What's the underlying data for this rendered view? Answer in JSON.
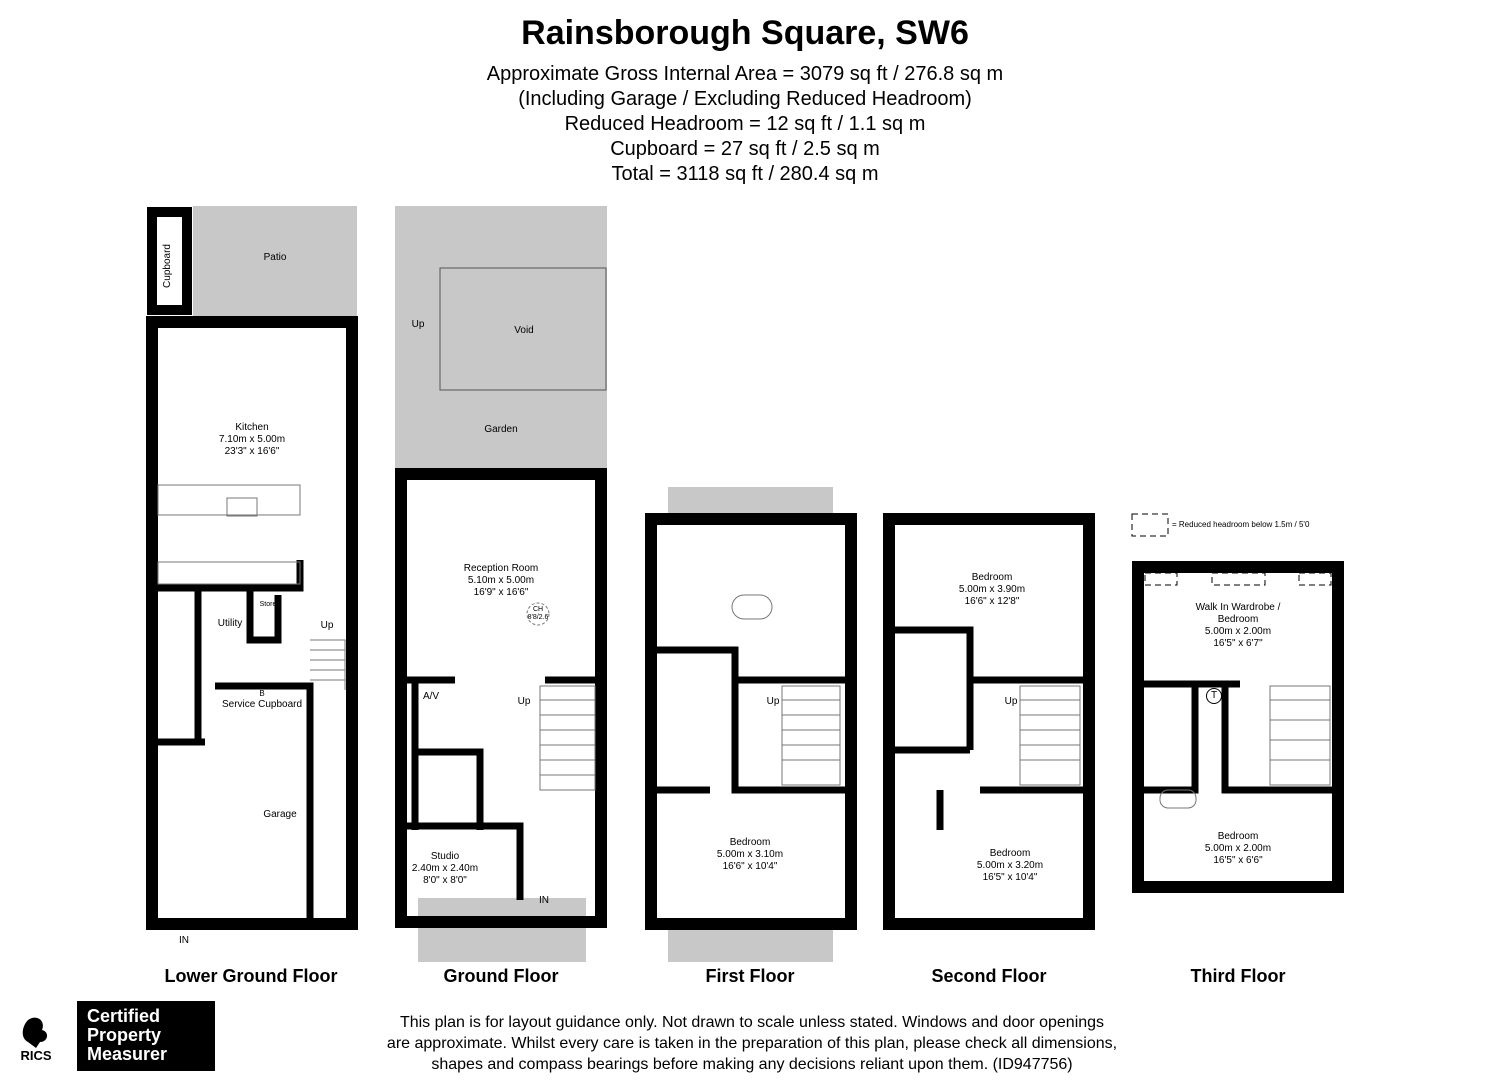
{
  "header": {
    "title": "Rainsborough Square, SW6",
    "area_lines": [
      "Approximate Gross Internal Area = 3079 sq ft / 276.8 sq m",
      "(Including Garage / Excluding Reduced Headroom)",
      "Reduced Headroom = 12 sq ft / 1.1 sq m",
      "Cupboard = 27 sq ft / 2.5 sq m",
      "Total = 3118 sq ft / 280.4 sq m"
    ]
  },
  "legend": {
    "reduced_headroom": "= Reduced headroom below 1.5m / 5'0"
  },
  "floors": {
    "lower_ground": {
      "label": "Lower Ground Floor",
      "rooms": {
        "cupboard": "Cupboard",
        "patio": "Patio",
        "kitchen": [
          "Kitchen",
          "7.10m x 5.00m",
          "23'3\" x 16'6\""
        ],
        "utility": "Utility",
        "store": "Store",
        "up": "Up",
        "boiler": "B",
        "service_cupboard": "Service Cupboard",
        "garage": "Garage",
        "in": "IN"
      }
    },
    "ground": {
      "label": "Ground Floor",
      "rooms": {
        "void": "Void",
        "up_garden": "Up",
        "garden": "Garden",
        "reception": [
          "Reception Room",
          "5.10m x 5.00m",
          "16'9\" x 16'6\""
        ],
        "ch": "CH",
        "ch_height": "8'8/2.6",
        "av": "A/V",
        "up": "Up",
        "studio": [
          "Studio",
          "2.40m x 2.40m",
          "8'0\" x 8'0\""
        ],
        "in": "IN"
      }
    },
    "first": {
      "label": "First Floor",
      "rooms": {
        "up": "Up",
        "bedroom": [
          "Bedroom",
          "5.00m x 3.10m",
          "16'6\" x 10'4\""
        ]
      }
    },
    "second": {
      "label": "Second Floor",
      "rooms": {
        "bedroom1": [
          "Bedroom",
          "5.00m x 3.90m",
          "16'6\" x 12'8\""
        ],
        "up": "Up",
        "bedroom2": [
          "Bedroom",
          "5.00m x 3.20m",
          "16'5\" x 10'4\""
        ]
      }
    },
    "third": {
      "label": "Third Floor",
      "rooms": {
        "wardrobe": [
          "Walk In Wardrobe /",
          "Bedroom",
          "5.00m x 2.00m",
          "16'5\" x 6'7\""
        ],
        "tank": "T",
        "bedroom": [
          "Bedroom",
          "5.00m x 2.00m",
          "16'5\" x 6'6\""
        ]
      }
    }
  },
  "footer": {
    "disclaimer": [
      "This plan is for layout guidance only. Not drawn to scale unless stated. Windows and door openings",
      "are approximate. Whilst every care is taken in the preparation of this plan, please check all dimensions,",
      "shapes and compass bearings before making any decisions reliant upon them. (ID947756)"
    ],
    "rics_logo": "RICS",
    "badge": [
      "Certified",
      "Property",
      "Measurer"
    ]
  },
  "colors": {
    "wall": "#000000",
    "outdoor": "#c8c8c8"
  }
}
